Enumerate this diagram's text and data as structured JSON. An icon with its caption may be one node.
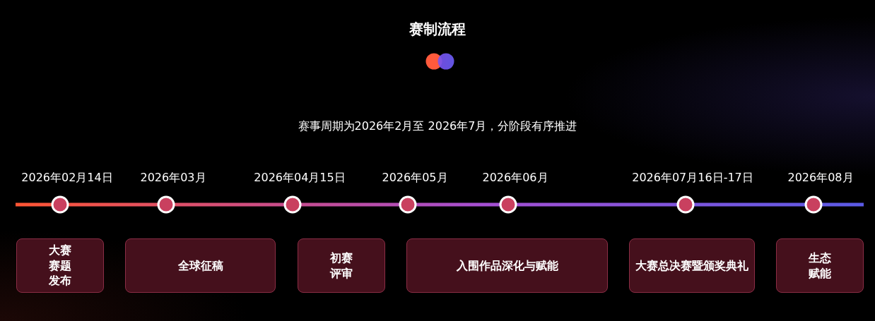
{
  "diagram": {
    "title": "赛制流程",
    "nodes": [
      {
        "text": [
          "大赛赛题发布"
        ]
      },
      {
        "text": [
          "全球征稿"
        ]
      },
      {
        "text": [
          "初赛评审"
        ]
      },
      {
        "text": [
          "入围作品深化与赋能"
        ]
      },
      {
        "text": [
          "大赛总决赛暨颁奖典礼"
        ]
      },
      {
        "text": [
          "生态赋能"
        ]
      }
    ],
    "labels": [
      "赛事周期为2026年2月至 2026年7月，分阶段有序推进",
      "2026年02月14日",
      "2026年03月",
      "2026年04月15日",
      "2026年05月",
      "2026年06月",
      "2026年07月16日-17日",
      "2026年08月"
    ]
  }
}
